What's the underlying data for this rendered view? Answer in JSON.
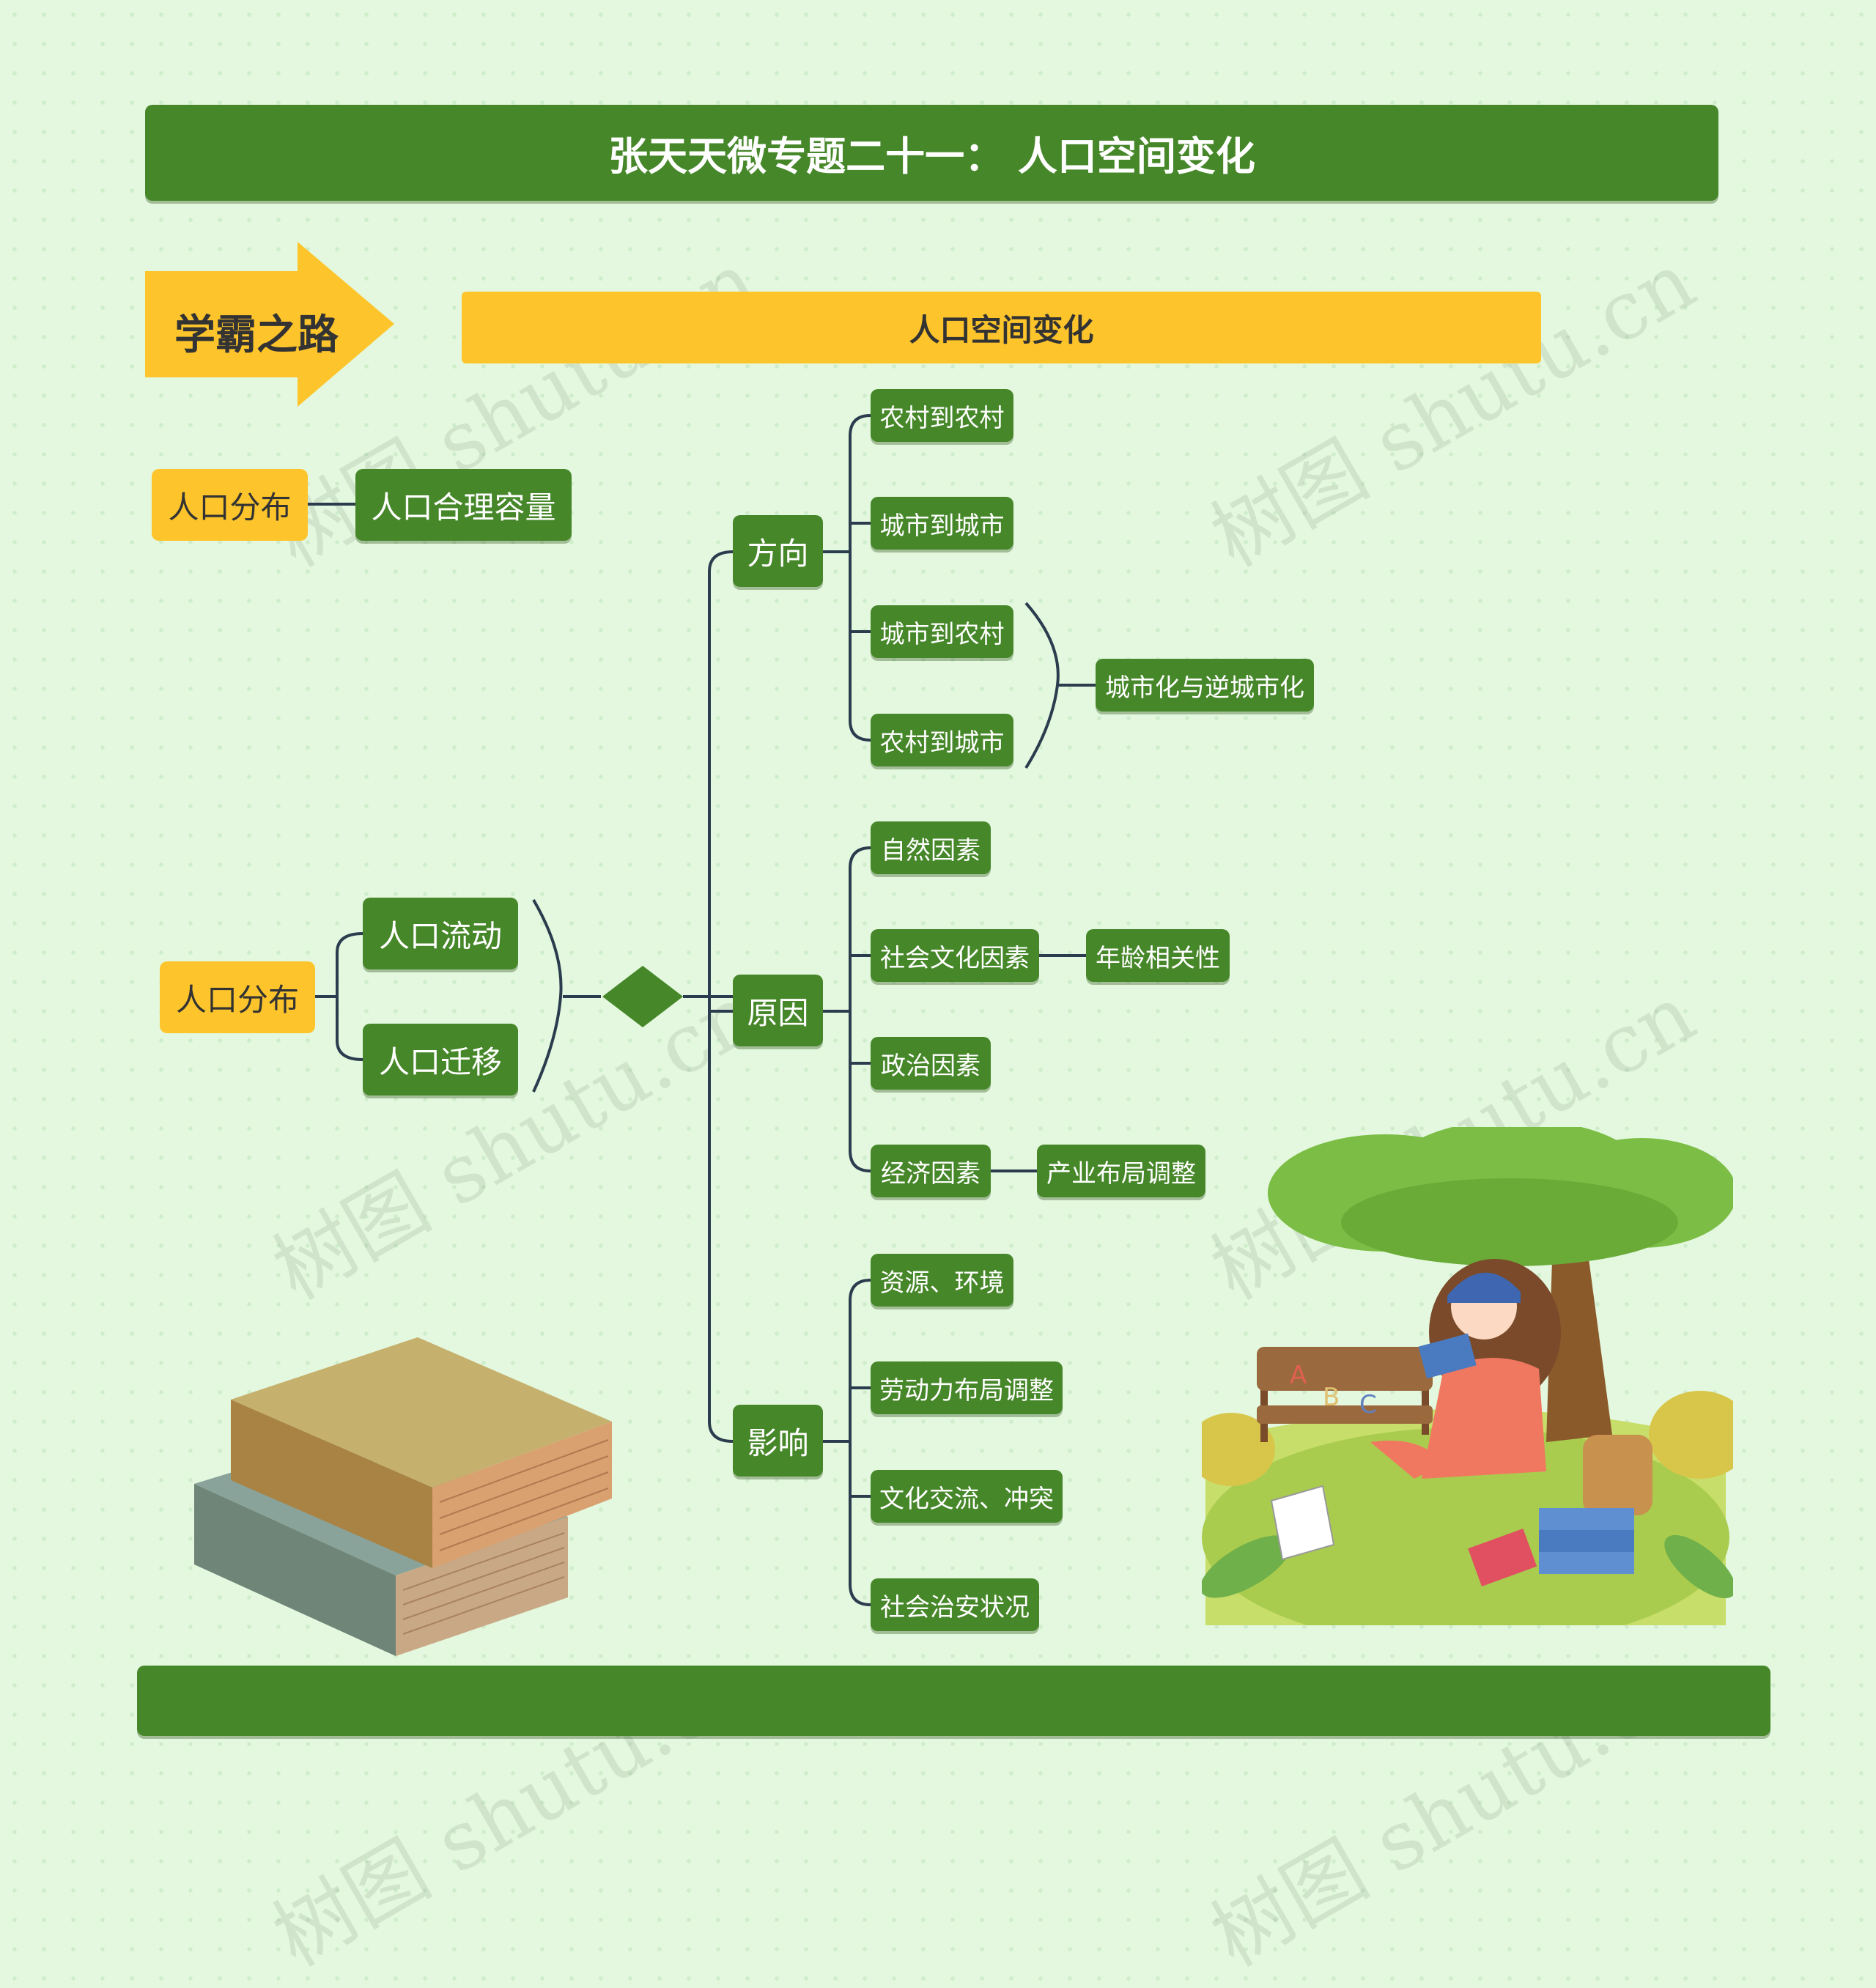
{
  "header": {
    "title": "张天天微专题二十一：  人口空间变化"
  },
  "badge": {
    "label": "学霸之路"
  },
  "topic": {
    "label": "人口空间变化"
  },
  "left": {
    "dist1": "人口分布",
    "capacity": "人口合理容量",
    "dist2": "人口分布",
    "flow": "人口流动",
    "migration": "人口迁移"
  },
  "branches": {
    "direction": {
      "label": "方向",
      "items": [
        "农村到农村",
        "城市到城市",
        "城市到农村",
        "农村到城市"
      ],
      "extra": "城市化与逆城市化"
    },
    "cause": {
      "label": "原因",
      "items": [
        "自然因素",
        "社会文化因素",
        "政治因素",
        "经济因素"
      ],
      "social_extra": "年龄相关性",
      "economic_extra": "产业布局调整"
    },
    "impact": {
      "label": "影响",
      "items": [
        "资源、环境",
        "劳动力布局调整",
        "文化交流、冲突",
        "社会治安状况"
      ]
    }
  },
  "watermark": "树图 shutu.cn",
  "colors": {
    "primary": "#468729",
    "accent": "#fdc52b",
    "line": "#2b3c4e"
  }
}
